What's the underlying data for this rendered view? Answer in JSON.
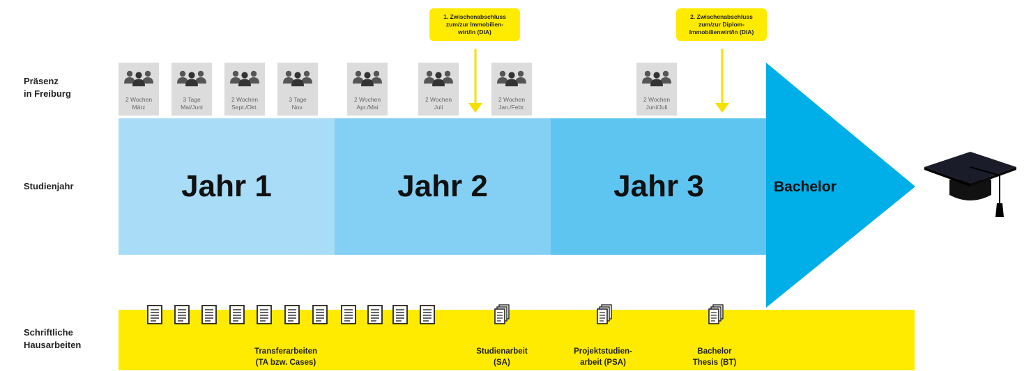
{
  "row_labels": {
    "presence": "Präsenz\nin Freiburg",
    "study_year": "Studienjahr",
    "written": "Schriftliche\nHausarbeiten"
  },
  "presence_blocks": [
    {
      "label": "2 Wochen\nMärz"
    },
    {
      "label": "3 Tage\nMai/Juni"
    },
    {
      "label": "2 Wochen\nSept./Okt."
    },
    {
      "label": "3 Tage\nNov."
    },
    {
      "label": "2 Wochen\nApr./Mai"
    },
    {
      "label": "2 Wochen\nJuli"
    },
    {
      "label": "2 Wochen\nJan./Febr."
    },
    {
      "label": "2 Wochen\nJuni/Juli"
    }
  ],
  "years": [
    {
      "label": "Jahr 1",
      "color": "#a9dcf6"
    },
    {
      "label": "Jahr 2",
      "color": "#84d0f4"
    },
    {
      "label": "Jahr 3",
      "color": "#5ec5f0"
    }
  ],
  "bachelor": {
    "label": "Bachelor",
    "color": "#00aee8"
  },
  "callouts": [
    {
      "text": "1. Zwischenabschluss\nzum/zur Immobilien-\nwirt/in (DIA)"
    },
    {
      "text": "2. Zwischenabschluss\nzum/zur Diplom-\nImmobilienwirt/in (DIA)"
    }
  ],
  "written_works": [
    {
      "label": "Transferarbeiten\n(TA bzw. Cases)"
    },
    {
      "label": "Studienarbeit\n(SA)"
    },
    {
      "label": "Projektstudien-\narbeit (PSA)"
    },
    {
      "label": "Bachelor\nThesis (BT)"
    }
  ],
  "colors": {
    "accent_yellow": "#ffeb00",
    "presence_box": "#dcdcdc",
    "arrow_yellow": "#f5e000"
  },
  "icons": [
    "people-group-icon",
    "document-icon",
    "document-stack-icon",
    "graduation-cap-icon",
    "down-arrow-icon"
  ]
}
